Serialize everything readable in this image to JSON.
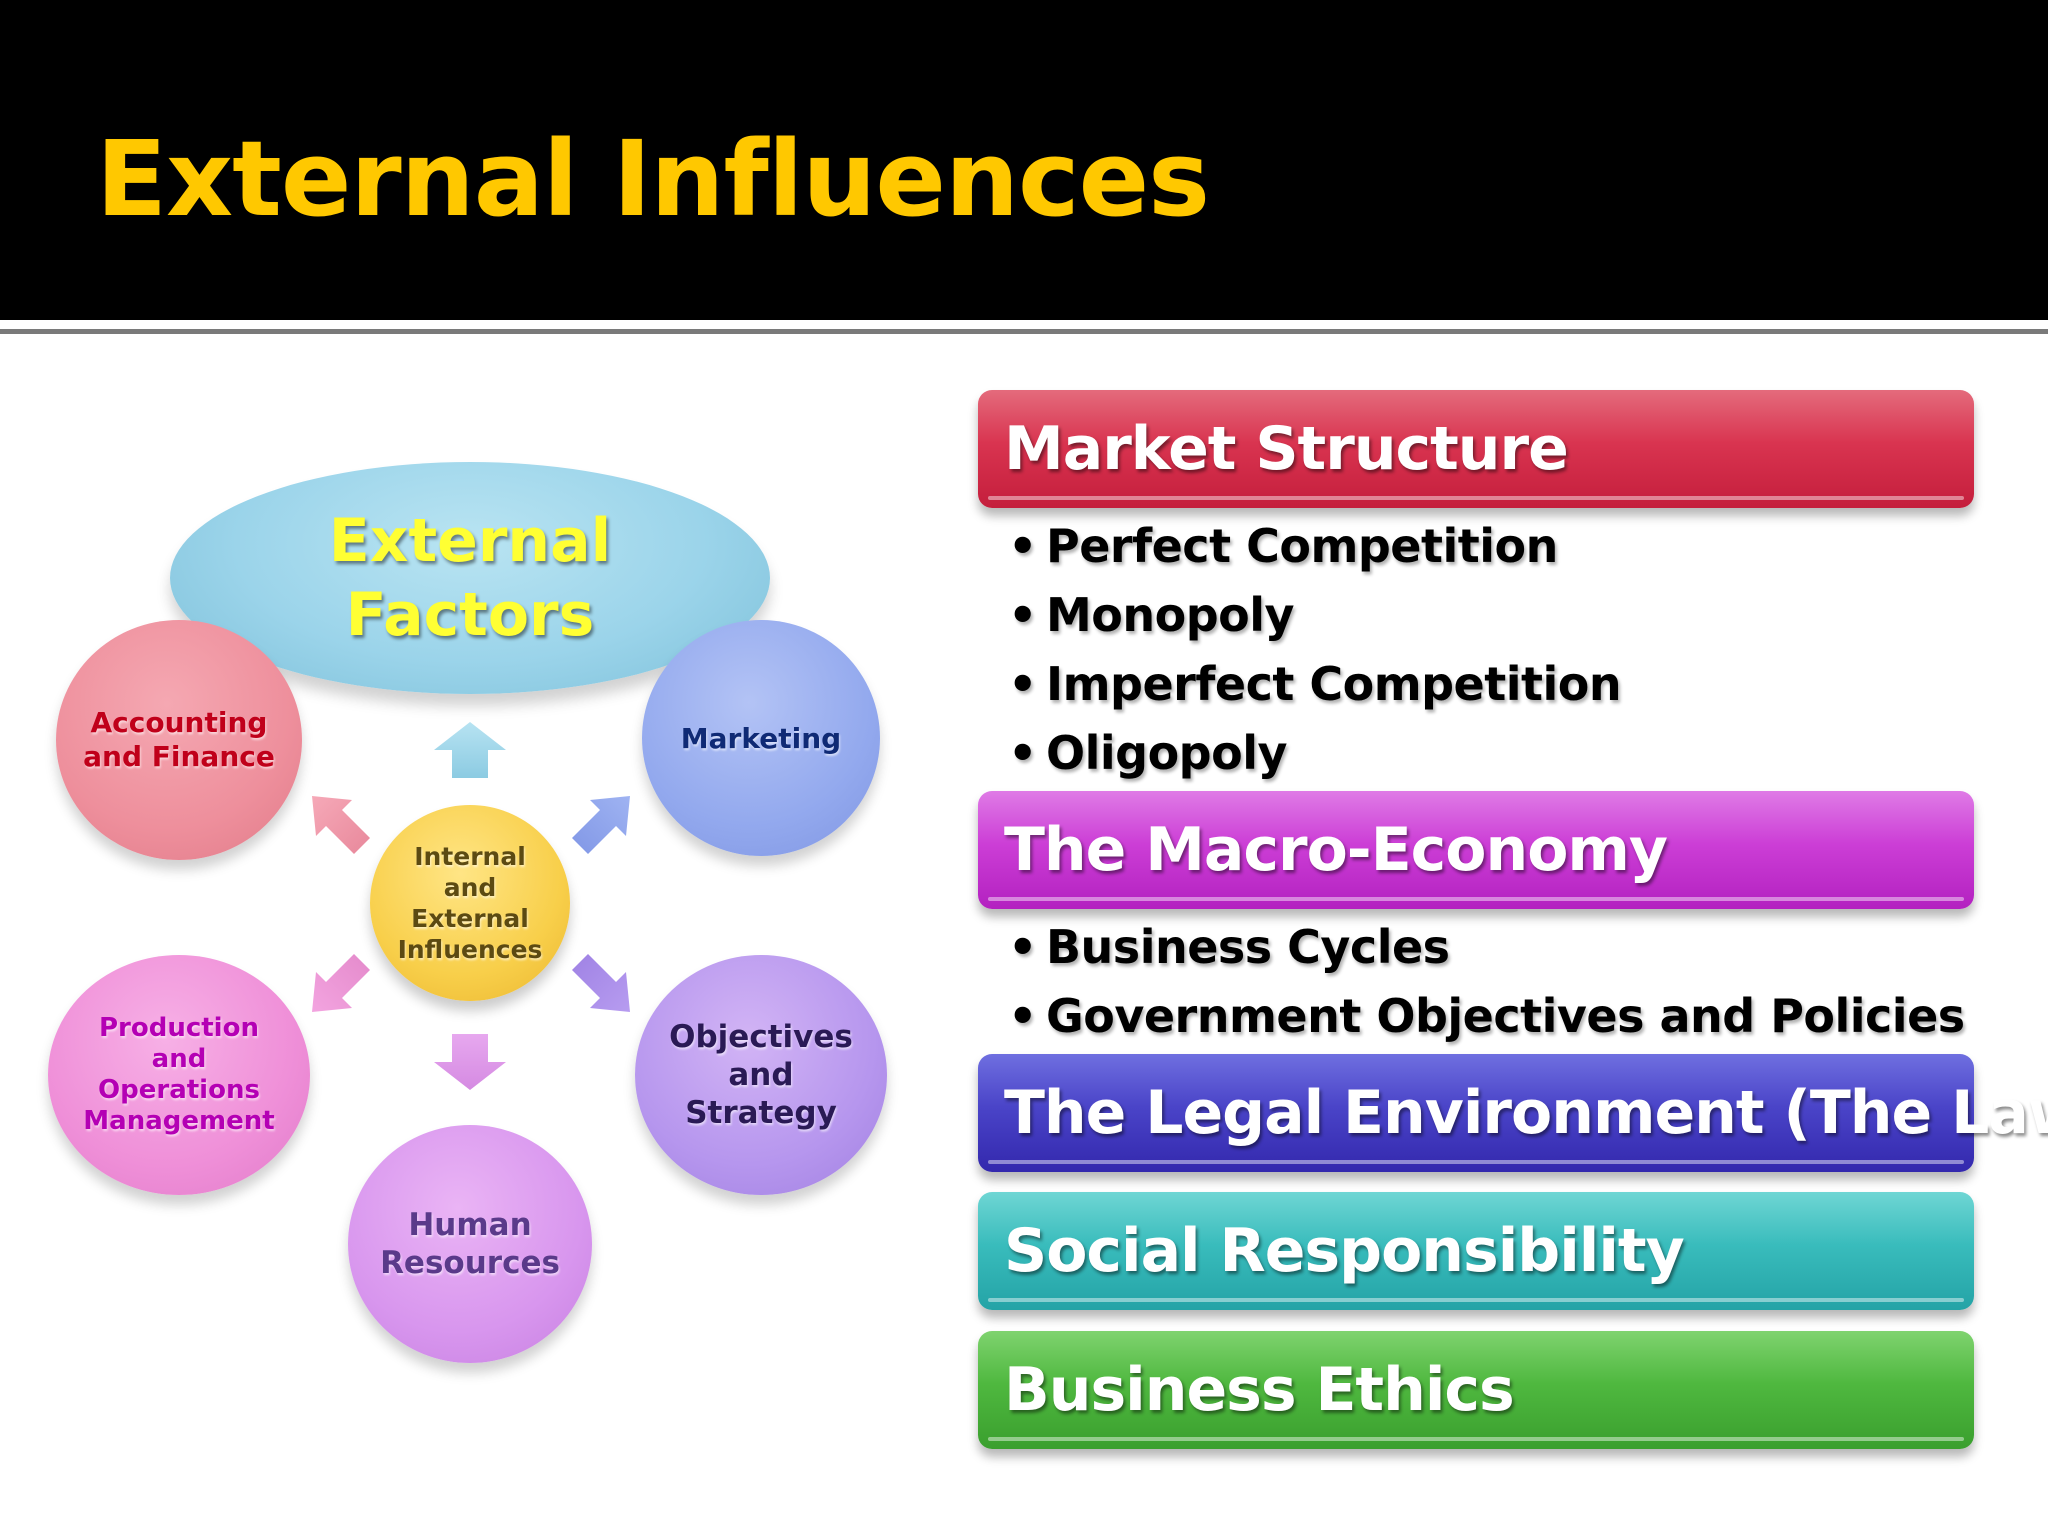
{
  "slide": {
    "title": "External Influences"
  },
  "diagram": {
    "top": "External\nFactors",
    "center": "Internal\nand\nExternal\nInfluences",
    "nodes": {
      "accounting": "Accounting\nand Finance",
      "marketing": "Marketing",
      "production": "Production\nand\nOperations\nManagement",
      "objectives": "Objectives\nand\nStrategy",
      "human_resources": "Human\nResources"
    },
    "colors": {
      "top_text": "#ffff33",
      "accounting_text": "#c0001a",
      "marketing_text": "#0f2a75",
      "production_text": "#b400b4",
      "objectives_text": "#2a1a55",
      "hr_text": "#5a3a8a"
    }
  },
  "sections": [
    {
      "label": "Market Structure",
      "color": "#d93450",
      "items": [
        "Perfect Competition",
        "Monopoly",
        "Imperfect Competition",
        "Oligopoly"
      ]
    },
    {
      "label": "The Macro-Economy",
      "color": "#cc3ed6",
      "items": [
        "Business Cycles",
        "Government Objectives and Policies"
      ]
    },
    {
      "label": "The Legal Environment (The Law)",
      "color": "#4a44c8",
      "items": []
    },
    {
      "label": "Social Responsibility",
      "color": "#39bcbc",
      "items": []
    },
    {
      "label": "Business Ethics",
      "color": "#4fb83f",
      "items": []
    }
  ],
  "bullet_glyph": "•"
}
